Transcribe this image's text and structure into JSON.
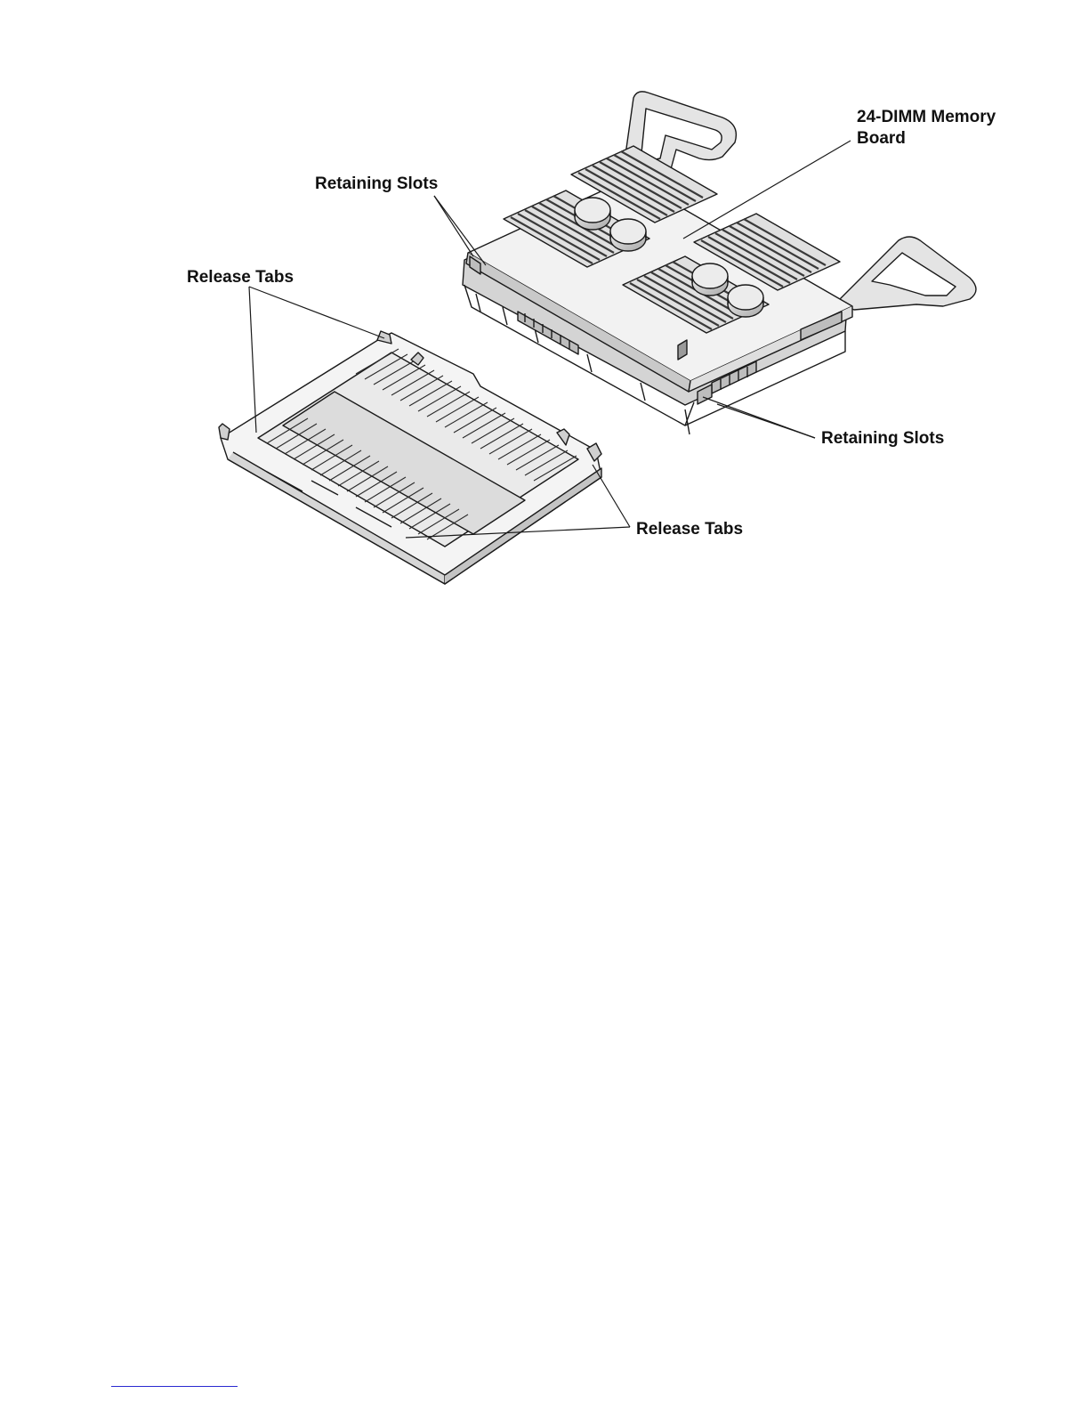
{
  "labels": {
    "memory_board": "24-DIMM Memory Board",
    "retaining_slots_top": "Retaining Slots",
    "release_tabs_top": "Release Tabs",
    "retaining_slots_bottom": "Retaining Slots",
    "release_tabs_bottom": "Release Tabs"
  },
  "colors": {
    "line": "#1a1a1a",
    "fill_light": "#e6e6e6",
    "fill_mid": "#c8c8c8",
    "footer_rule": "#2a2ad0"
  }
}
